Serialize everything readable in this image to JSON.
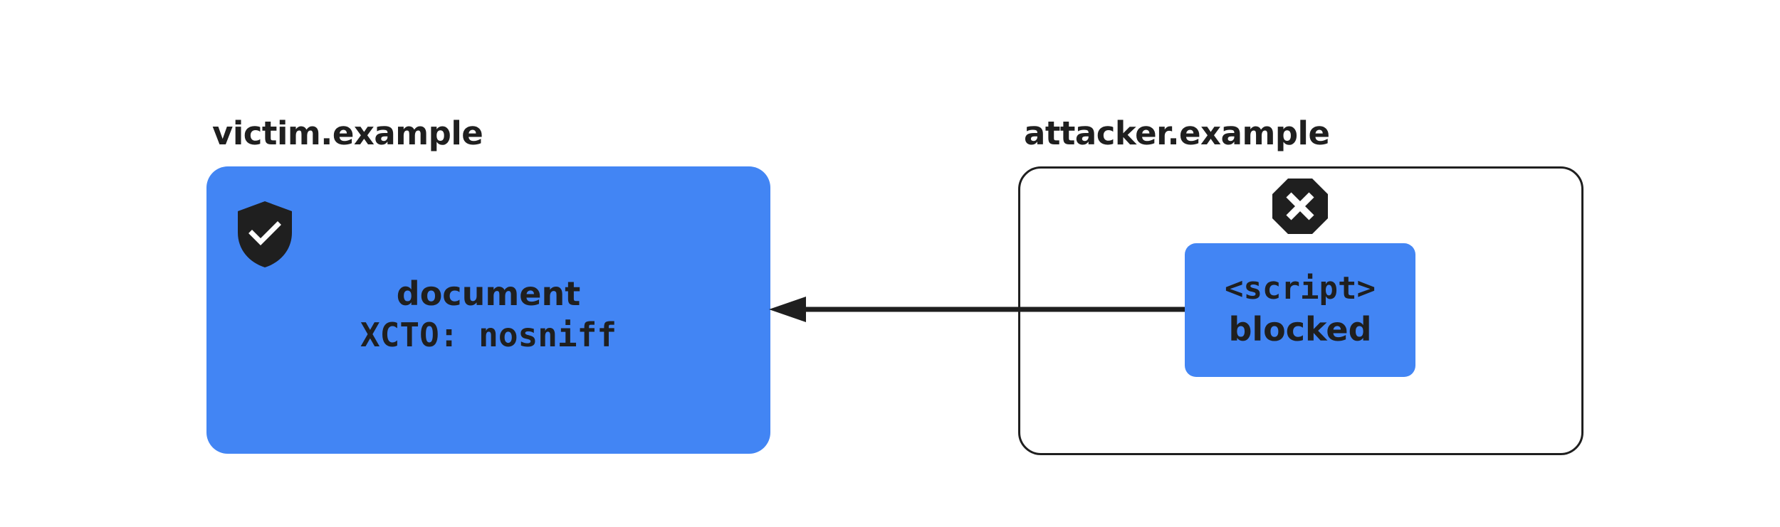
{
  "victim": {
    "origin": "victim.example",
    "title": "document",
    "header": "XCTO: nosniff",
    "icon": "shield-check-icon"
  },
  "attacker": {
    "origin": "attacker.example",
    "icon": "blocked-icon",
    "resource_tag": "<script>",
    "resource_status": "blocked"
  },
  "colors": {
    "box_blue": "#4285f4",
    "ink": "#1f1f1f",
    "background": "#ffffff"
  }
}
